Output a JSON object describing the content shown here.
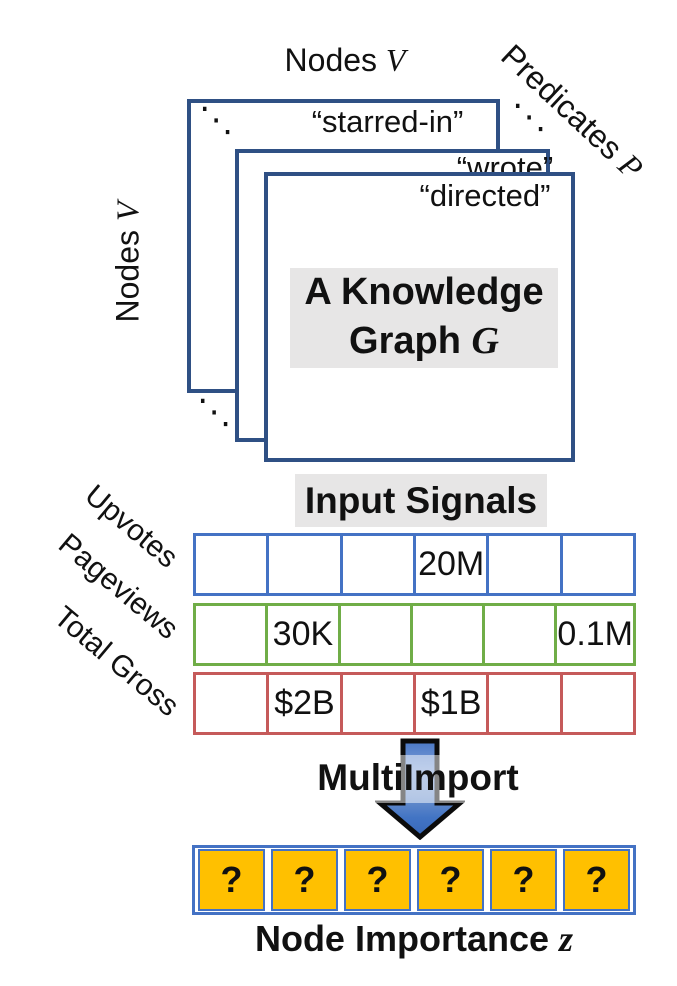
{
  "colors": {
    "square_border": "#2F5084",
    "signal_blue": "#4472C4",
    "signal_green": "#70AD47",
    "signal_red": "#C55A5A",
    "output_orange": "#FFC000",
    "label_background": "#E7E6E6",
    "arrow_fill_light": "#7C9DD6",
    "arrow_fill_dark": "#3A6CC0"
  },
  "icons": {
    "diagonal_dots": "⋱",
    "down_arrow": "down-arrow"
  },
  "stack": {
    "axis_top": {
      "text": "Nodes ",
      "var": "V"
    },
    "axis_left": {
      "text": "Nodes ",
      "var": "V"
    },
    "axis_diagonal": {
      "text": "Predicates ",
      "var": "P"
    },
    "layers": [
      "“starred-in”",
      "“wrote”",
      "“directed”"
    ],
    "center": {
      "line1": "A Knowledge",
      "line2": "Graph ",
      "var": "G"
    }
  },
  "signals": {
    "title": "Input Signals",
    "rows": [
      {
        "label": "Upvotes",
        "color": "#4472C4",
        "cells": [
          "",
          "",
          "",
          "20M",
          "",
          ""
        ]
      },
      {
        "label": "Pageviews",
        "color": "#70AD47",
        "cells": [
          "",
          "30K",
          "",
          "",
          "",
          "0.1M"
        ]
      },
      {
        "label": "Total Gross",
        "color": "#C55A5A",
        "cells": [
          "",
          "$2B",
          "",
          "$1B",
          "",
          ""
        ]
      }
    ]
  },
  "process": {
    "label": "MultiImport"
  },
  "output": {
    "cells": [
      "?",
      "?",
      "?",
      "?",
      "?",
      "?"
    ],
    "caption": {
      "text": "Node Importance ",
      "var": "z"
    }
  }
}
